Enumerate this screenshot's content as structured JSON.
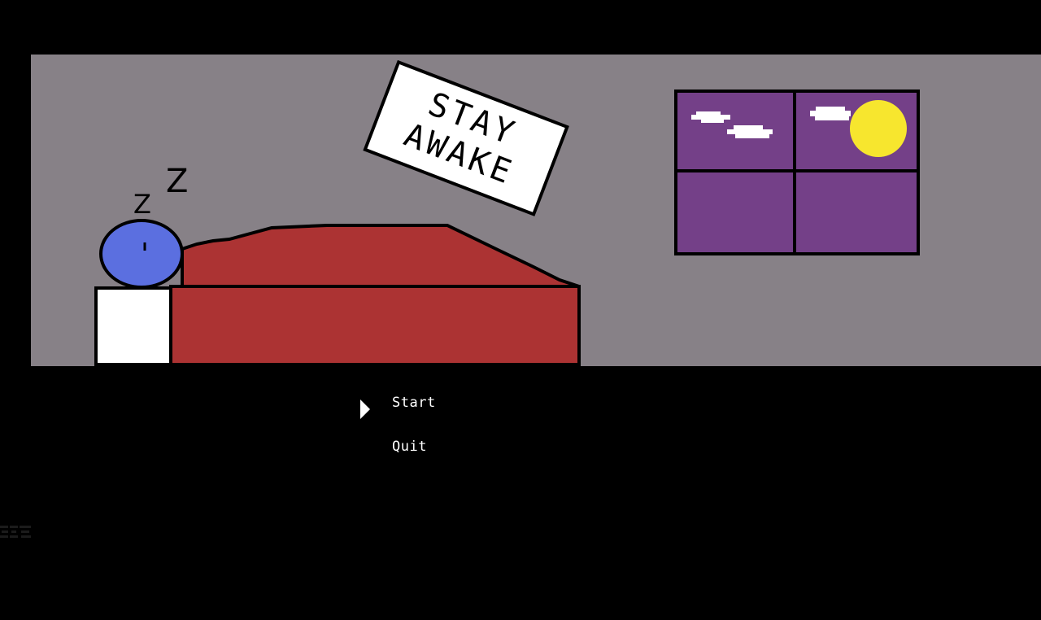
{
  "scene": {
    "sign_text_line1": "STAY",
    "sign_text_line2": "AWAKE",
    "sleep_letters": [
      "Z",
      "Z"
    ],
    "colors": {
      "background": "#000000",
      "wall": "#878187",
      "bed": "#ac3333",
      "pillow": "#ffffff",
      "player": "#5b6fe0",
      "window_pane": "#744088",
      "sun": "#f7e62e",
      "cloud": "#ffffff",
      "outline": "#000000",
      "menu_text": "#ffffff"
    }
  },
  "menu": {
    "options": [
      {
        "label": "Start",
        "selected": true
      },
      {
        "label": "Quit",
        "selected": false
      }
    ],
    "cursor_icon": "triangle-pointer-icon"
  }
}
